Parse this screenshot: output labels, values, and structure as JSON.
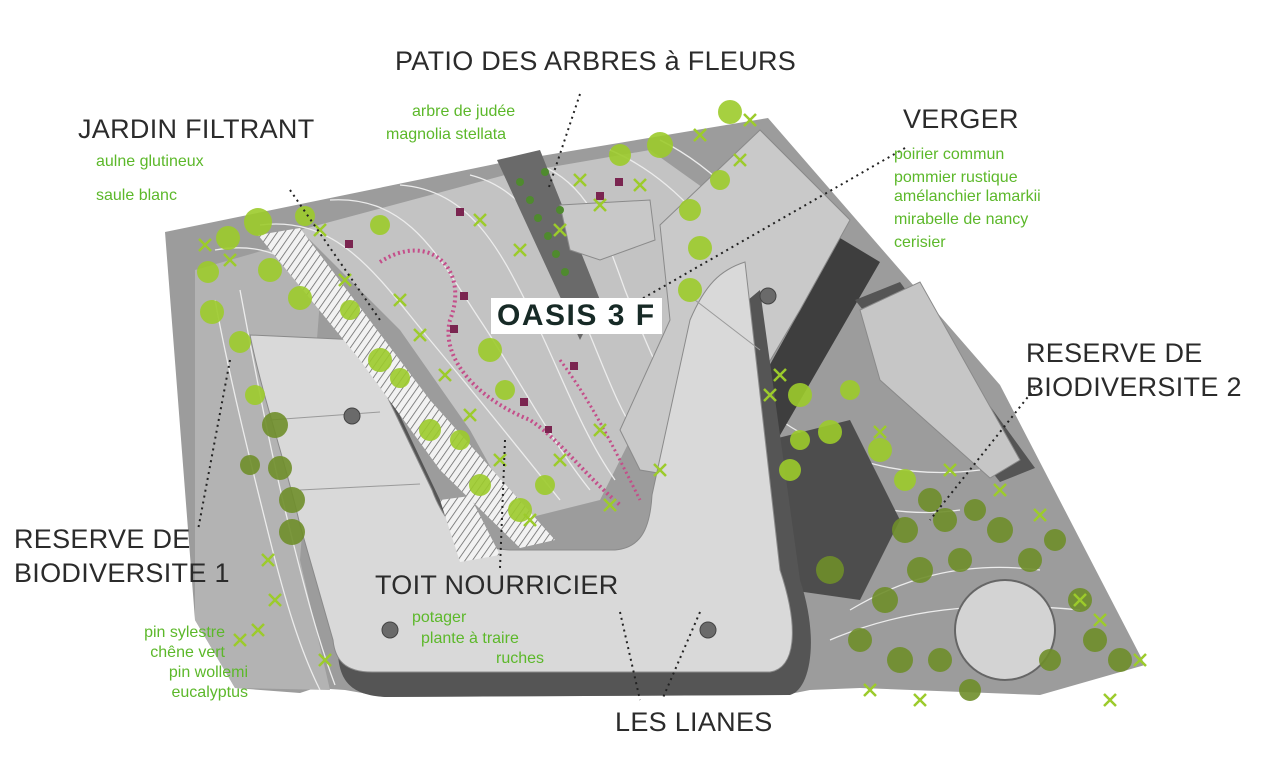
{
  "title": "OASIS 3 F",
  "colors": {
    "species_text": "#5cb82a",
    "tree": "#9ccb2b",
    "tree_dark": "#6f8e2a",
    "ground": "#9a9a9a",
    "roof": "#dcdcdc"
  },
  "zones": {
    "patio": {
      "name": "PATIO DES ARBRES à FLEURS",
      "species": [
        "arbre de judée",
        "magnolia stellata"
      ]
    },
    "jardin": {
      "name": "JARDIN FILTRANT",
      "species": [
        "aulne glutineux",
        "saule blanc"
      ]
    },
    "verger": {
      "name": "VERGER",
      "species": [
        "poirier commun",
        "pommier rustique",
        "amélanchier lamarkii",
        "mirabelle de nancy",
        "cerisier"
      ]
    },
    "reserve2": {
      "name_line1": "RESERVE DE",
      "name_line2": "BIODIVERSITE 2"
    },
    "reserve1": {
      "name_line1": "RESERVE DE",
      "name_line2": "BIODIVERSITE 1",
      "species": [
        "pin sylestre",
        "chêne vert",
        "pin wollemi",
        "eucalyptus"
      ]
    },
    "toit": {
      "name": "TOIT NOURRICIER",
      "species": [
        "potager",
        "plante à traire",
        "ruches"
      ]
    },
    "lianes": {
      "name": "LES LIANES"
    }
  }
}
